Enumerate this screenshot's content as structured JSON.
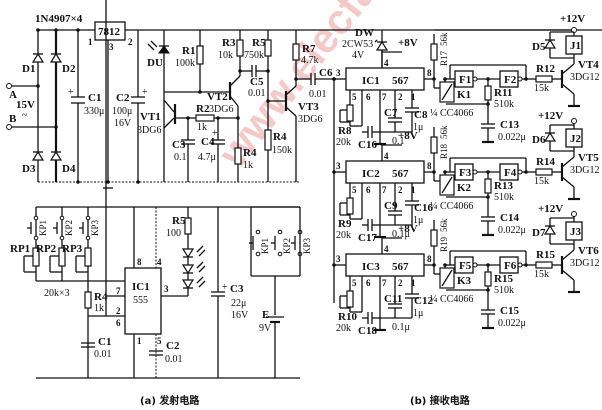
{
  "watermark": "www.elecfans.com",
  "power": {
    "bridge_label": "1N4907×4",
    "regulator": "7812",
    "reg_pins": [
      "1",
      "2",
      "3"
    ],
    "input_a": "A",
    "input_b": "B",
    "input_voltage": "15V",
    "input_ac": "~",
    "diodes": [
      "D1",
      "D2",
      "D3",
      "D4"
    ],
    "c1": {
      "name": "C1",
      "value": "330μ"
    },
    "c2": {
      "name": "C2",
      "value": "100μ",
      "voltage": "16V"
    }
  },
  "receiver_front": {
    "du": "DU",
    "r1": {
      "name": "R1",
      "value": "100k"
    },
    "r2": {
      "name": "R2",
      "value": "1k"
    },
    "r3": {
      "name": "R3",
      "value": "10k"
    },
    "r4": {
      "name": "R4",
      "value": "150k"
    },
    "r5": {
      "name": "R5",
      "value": "750k"
    },
    "r6": {
      "name": "R4",
      "value": "1k"
    },
    "r7": {
      "name": "R7",
      "value": "4.7k"
    },
    "c3": {
      "name": "C3",
      "value": "0.1"
    },
    "c4": {
      "name": "C4",
      "value": "4.7μ"
    },
    "c5": {
      "name": "C5",
      "value": "0.01"
    },
    "c6": {
      "name": "C6",
      "value": "0.01"
    },
    "vt1": {
      "name": "VT1",
      "type": "3DG6"
    },
    "vt2": {
      "name": "VT2",
      "type": "3DG6"
    },
    "vt3": {
      "name": "VT3",
      "type": "3DG6"
    }
  },
  "zener": {
    "name": "DW",
    "type": "2CW53",
    "voltage": "4V"
  },
  "supply_12v": "+12V",
  "decoders": [
    {
      "ic": "IC1",
      "chip": "567",
      "supply": "+8V",
      "pins": [
        "3",
        "4",
        "5",
        "6",
        "7",
        "2",
        "1",
        "8"
      ],
      "rpot": {
        "name": "R8",
        "value": "20k"
      },
      "cA": {
        "name": "C16",
        "value": ""
      },
      "cB": {
        "name": "C7",
        "value": "0.1"
      },
      "cC": {
        "name": "C8",
        "value": "1μ"
      },
      "rpull": {
        "name": "R17",
        "value": "56k"
      },
      "switch": "K1",
      "switch_ic": "¼ CC4066",
      "gateA": "F1",
      "gateB": "F2",
      "rfb": {
        "name": "R11",
        "value": "510k"
      },
      "ctime": {
        "name": "C13",
        "value": "0.022μ"
      },
      "rbase": {
        "name": "R12",
        "value": "15k"
      },
      "diode": "D5",
      "relay": "J1",
      "transistor": {
        "name": "VT4",
        "type": "3DG12"
      },
      "vcc": "+12V"
    },
    {
      "ic": "IC2",
      "chip": "567",
      "supply": "+8V",
      "pins": [
        "3",
        "4",
        "5",
        "6",
        "7",
        "2",
        "1",
        "8"
      ],
      "rpot": {
        "name": "R9",
        "value": "20k"
      },
      "cA": {
        "name": "C17",
        "value": ""
      },
      "cB": {
        "name": "C9",
        "value": "0.1μ"
      },
      "cC": {
        "name": "C16",
        "value": "1μ"
      },
      "rpull": {
        "name": "R18",
        "value": "56k"
      },
      "switch": "K2",
      "switch_ic": "¼ CC4066",
      "gateA": "F3",
      "gateB": "F4",
      "rfb": {
        "name": "R13",
        "value": "510k"
      },
      "ctime": {
        "name": "C14",
        "value": "0.022μ"
      },
      "rbase": {
        "name": "R14",
        "value": "15k"
      },
      "diode": "D6",
      "relay": "J2",
      "transistor": {
        "name": "VT5",
        "type": "3DG12"
      },
      "vcc": "+12V"
    },
    {
      "ic": "IC3",
      "chip": "567",
      "supply": "+8V",
      "pins": [
        "3",
        "4",
        "5",
        "6",
        "7",
        "2",
        "1",
        "8"
      ],
      "rpot": {
        "name": "R10",
        "value": "20k"
      },
      "cA": {
        "name": "C18",
        "value": ""
      },
      "cB": {
        "name": "C11",
        "value": "0.1μ"
      },
      "cC": {
        "name": "C12",
        "value": "1μ"
      },
      "rpull": {
        "name": "R19",
        "value": "56k"
      },
      "switch": "K3",
      "switch_ic": "¼ CC4066",
      "gateA": "F5",
      "gateB": "F6",
      "rfb": {
        "name": "R15",
        "value": "510k"
      },
      "ctime": {
        "name": "C15",
        "value": "0.022μ"
      },
      "rbase": {
        "name": "R15",
        "value": "15k"
      },
      "diode": "D7",
      "relay": "J3",
      "transistor": {
        "name": "VT6",
        "type": "3DG12"
      },
      "vcc": "+12V"
    }
  ],
  "transmitter": {
    "pots": [
      "RP1",
      "RP2",
      "RP3"
    ],
    "pot_value": "20k×3",
    "keys": [
      "KP1",
      "KP2",
      "KP3"
    ],
    "r4": {
      "name": "R4",
      "value": "1k"
    },
    "r5": {
      "name": "R5",
      "value": "100"
    },
    "c1": {
      "name": "C1",
      "value": "0.01"
    },
    "c2": {
      "name": "C2",
      "value": "0.01"
    },
    "c3": {
      "name": "C3",
      "value": "22μ",
      "voltage": "16V"
    },
    "ic": "IC1",
    "chip": "555",
    "pins": [
      "8",
      "4",
      "7",
      "2",
      "6",
      "1",
      "5",
      "3"
    ],
    "battery": {
      "name": "E",
      "value": "9V"
    }
  },
  "captions": {
    "a": "(a)  发射电路",
    "b": "(b)  接收电路"
  }
}
